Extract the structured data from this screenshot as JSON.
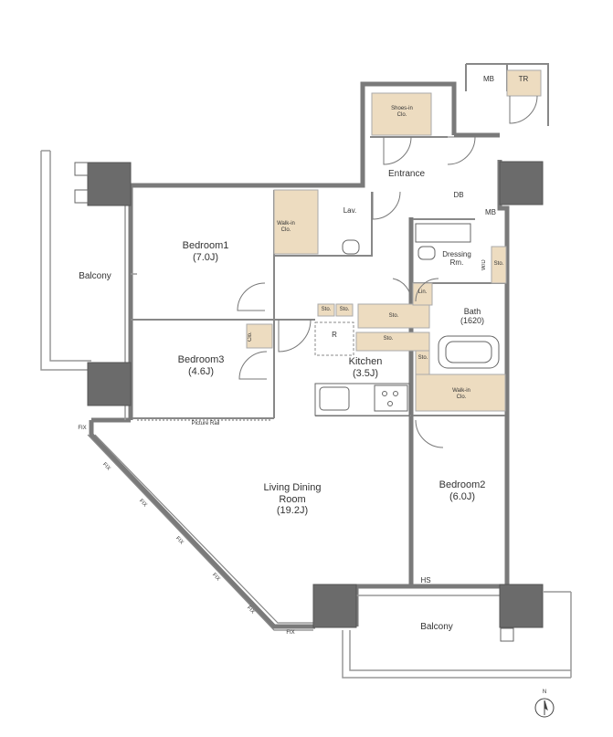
{
  "rooms": {
    "bedroom1": {
      "name": "Bedroom1",
      "size": "(7.0J)"
    },
    "bedroom2": {
      "name": "Bedroom2",
      "size": "(6.0J)"
    },
    "bedroom3": {
      "name": "Bedroom3",
      "size": "(4.6J)"
    },
    "kitchen": {
      "name": "Kitchen",
      "size": "(3.5J)"
    },
    "living": {
      "name_line1": "Living Dining",
      "name_line2": "Room",
      "size": "(19.2J)"
    },
    "bath": {
      "name": "Bath",
      "size": "(1620)"
    },
    "dressing": {
      "name_line1": "Dressing",
      "name_line2": "Rm."
    },
    "entrance": {
      "name": "Entrance"
    },
    "lav": {
      "name": "Lav."
    },
    "balcony_west": {
      "name": "Balcony"
    },
    "balcony_south": {
      "name": "Balcony"
    }
  },
  "storage": {
    "shoes_in": {
      "line1": "Shoes-in",
      "line2": "Clo."
    },
    "walkin_1": {
      "line1": "Walk-in",
      "line2": "Clo."
    },
    "walkin_2": {
      "line1": "Walk-in",
      "line2": "Clo."
    },
    "closet": "Clo.",
    "sto": "Sto.",
    "lin": "Lin.",
    "wd": "W/D",
    "fridge": "R"
  },
  "fixtures": {
    "mb": "MB",
    "tr": "TR",
    "db": "DB",
    "hs": "HS",
    "fix": "FIX",
    "picture_rail": "Picture Rail"
  },
  "compass": {
    "north": "N"
  },
  "colors": {
    "wall": "#7a7a7a",
    "column": "#6b6b6b",
    "storage": "#eddcc0",
    "line": "#555555"
  }
}
